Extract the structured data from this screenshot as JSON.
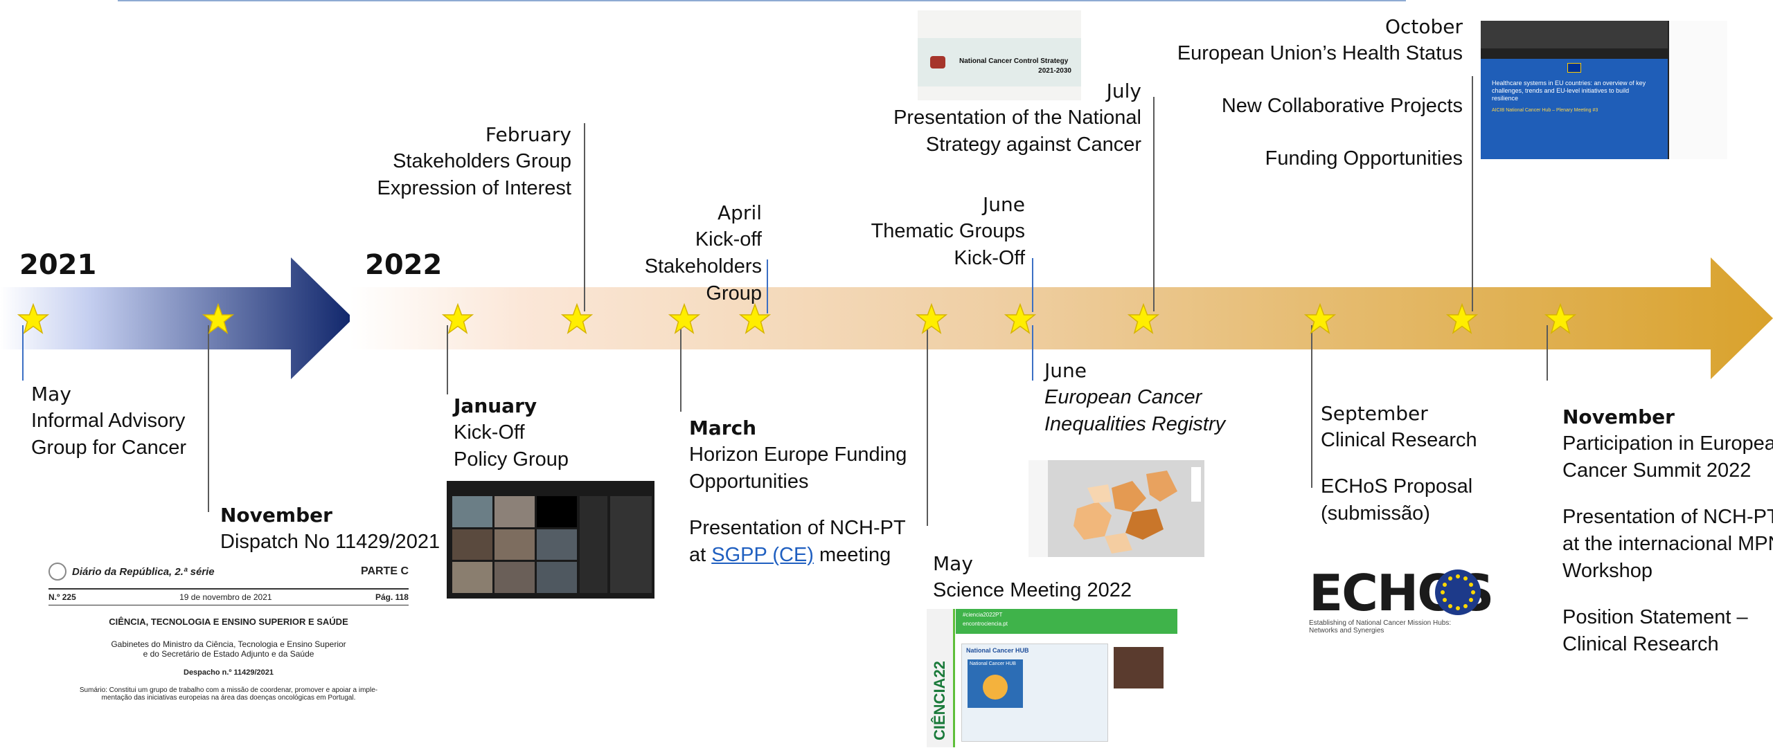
{
  "years": {
    "y2021": "2021",
    "y2022": "2022"
  },
  "events": {
    "may2021": {
      "month": "May",
      "lines": [
        "Informal Advisory",
        "Group for Cancer"
      ]
    },
    "nov2021": {
      "month": "November",
      "lines": [
        "Dispatch No 11429/2021"
      ]
    },
    "jan2022": {
      "month": "January",
      "lines": [
        "Kick-Off",
        "Policy Group"
      ]
    },
    "feb2022": {
      "month": "February",
      "lines": [
        "Stakeholders Group",
        "Expression of Interest"
      ]
    },
    "mar2022": {
      "month": "March",
      "lines": [
        "Horizon Europe Funding",
        "Opportunities"
      ],
      "extra_a": "Presentation of NCH-PT",
      "extra_b_prefix": "at ",
      "extra_b_link": "SGPP (CE)",
      "extra_b_suffix": " meeting"
    },
    "apr2022": {
      "month": "April",
      "lines": [
        "Kick-off",
        "Stakeholders",
        "Group"
      ]
    },
    "may2022": {
      "month": "May",
      "lines": [
        "Science Meeting 2022"
      ]
    },
    "jun2022a": {
      "month": "June",
      "lines": [
        "Thematic Groups",
        "Kick-Off"
      ]
    },
    "jun2022b": {
      "month": "June",
      "lines": [
        "European Cancer",
        "Inequalities Registry"
      ]
    },
    "jul2022": {
      "month": "July",
      "lines": [
        "Presentation of the National",
        "Strategy against Cancer"
      ]
    },
    "sep2022": {
      "month": "September",
      "lines": [
        "Clinical Research"
      ],
      "extra": [
        "ECHoS Proposal",
        "(submissão)"
      ]
    },
    "oct2022": {
      "month": "October",
      "lines": [
        "European Union’s Health Status",
        "New Collaborative Projects",
        "Funding Opportunities"
      ]
    },
    "nov2022": {
      "month": "November",
      "lines": [
        "Participation in European",
        "Cancer Summit 2022"
      ],
      "extra1": [
        "Presentation of NCH-PT",
        "at the internacional MPNE",
        "Workshop"
      ],
      "extra2": [
        "Position Statement –",
        "Clinical Research"
      ]
    }
  },
  "doc": {
    "header_left": "Diário da República, 2.ª série",
    "header_right": "PARTE C",
    "num": "N.º 225",
    "date": "19 de novembro de 2021",
    "page": "Pág. 118",
    "ministry": "CIÊNCIA, TECNOLOGIA E ENSINO SUPERIOR E SAÚDE",
    "gab1": "Gabinetes do Ministro da Ciência, Tecnologia e Ensino Superior",
    "gab2": "e do Secretário de Estado Adjunto e da Saúde",
    "despacho": "Despacho n.º 11429/2021",
    "sumario": "Sumário: Constitui um grupo de trabalho com a missão de coordenar, promover e apoiar a imple-",
    "sumario2": "mentação das iniciativas europeias na área das doenças oncológicas em Portugal."
  },
  "ncs": {
    "title": "National Cancer Control Strategy",
    "years": "2021-2030"
  },
  "zoom": {
    "text": "Healthcare systems in EU countries: an overview of key challenges, trends and EU-level initiatives to build resilience",
    "sub": "AICIB National Cancer Hub – Plenary Meeting #3"
  },
  "sci": {
    "brand": "CIÊNCIA22",
    "tag1": "#ciencia2022PT",
    "tag2": "encontrociencia.pt",
    "panel": "National Cancer HUB",
    "inner": "National Cancer HUB"
  },
  "echos": {
    "logo": "ECHOS",
    "sub1": "Establishing of National Cancer Mission Hubs:",
    "sub2": "Networks and Synergies"
  },
  "colors": {
    "dark_arrow": "#10266b",
    "gold_arrow": "#d9a22c",
    "star": "#ffee00",
    "star_edge": "#d6b400"
  }
}
